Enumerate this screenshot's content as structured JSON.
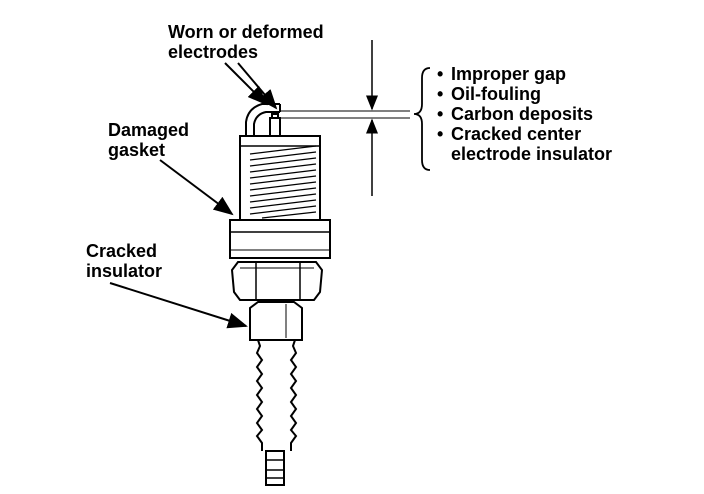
{
  "labels": {
    "worn_electrodes": [
      "Worn or deformed",
      "electrodes"
    ],
    "damaged_gasket": [
      "Damaged",
      "gasket"
    ],
    "cracked_insulator": [
      "Cracked",
      "insulator"
    ]
  },
  "issues": {
    "bullet": "•",
    "items": [
      [
        "Improper gap"
      ],
      [
        "Oil-fouling"
      ],
      [
        "Carbon deposits"
      ],
      [
        "Cracked center",
        "electrode insulator"
      ]
    ]
  },
  "colors": {
    "ink": "#000000",
    "background": "#ffffff"
  }
}
